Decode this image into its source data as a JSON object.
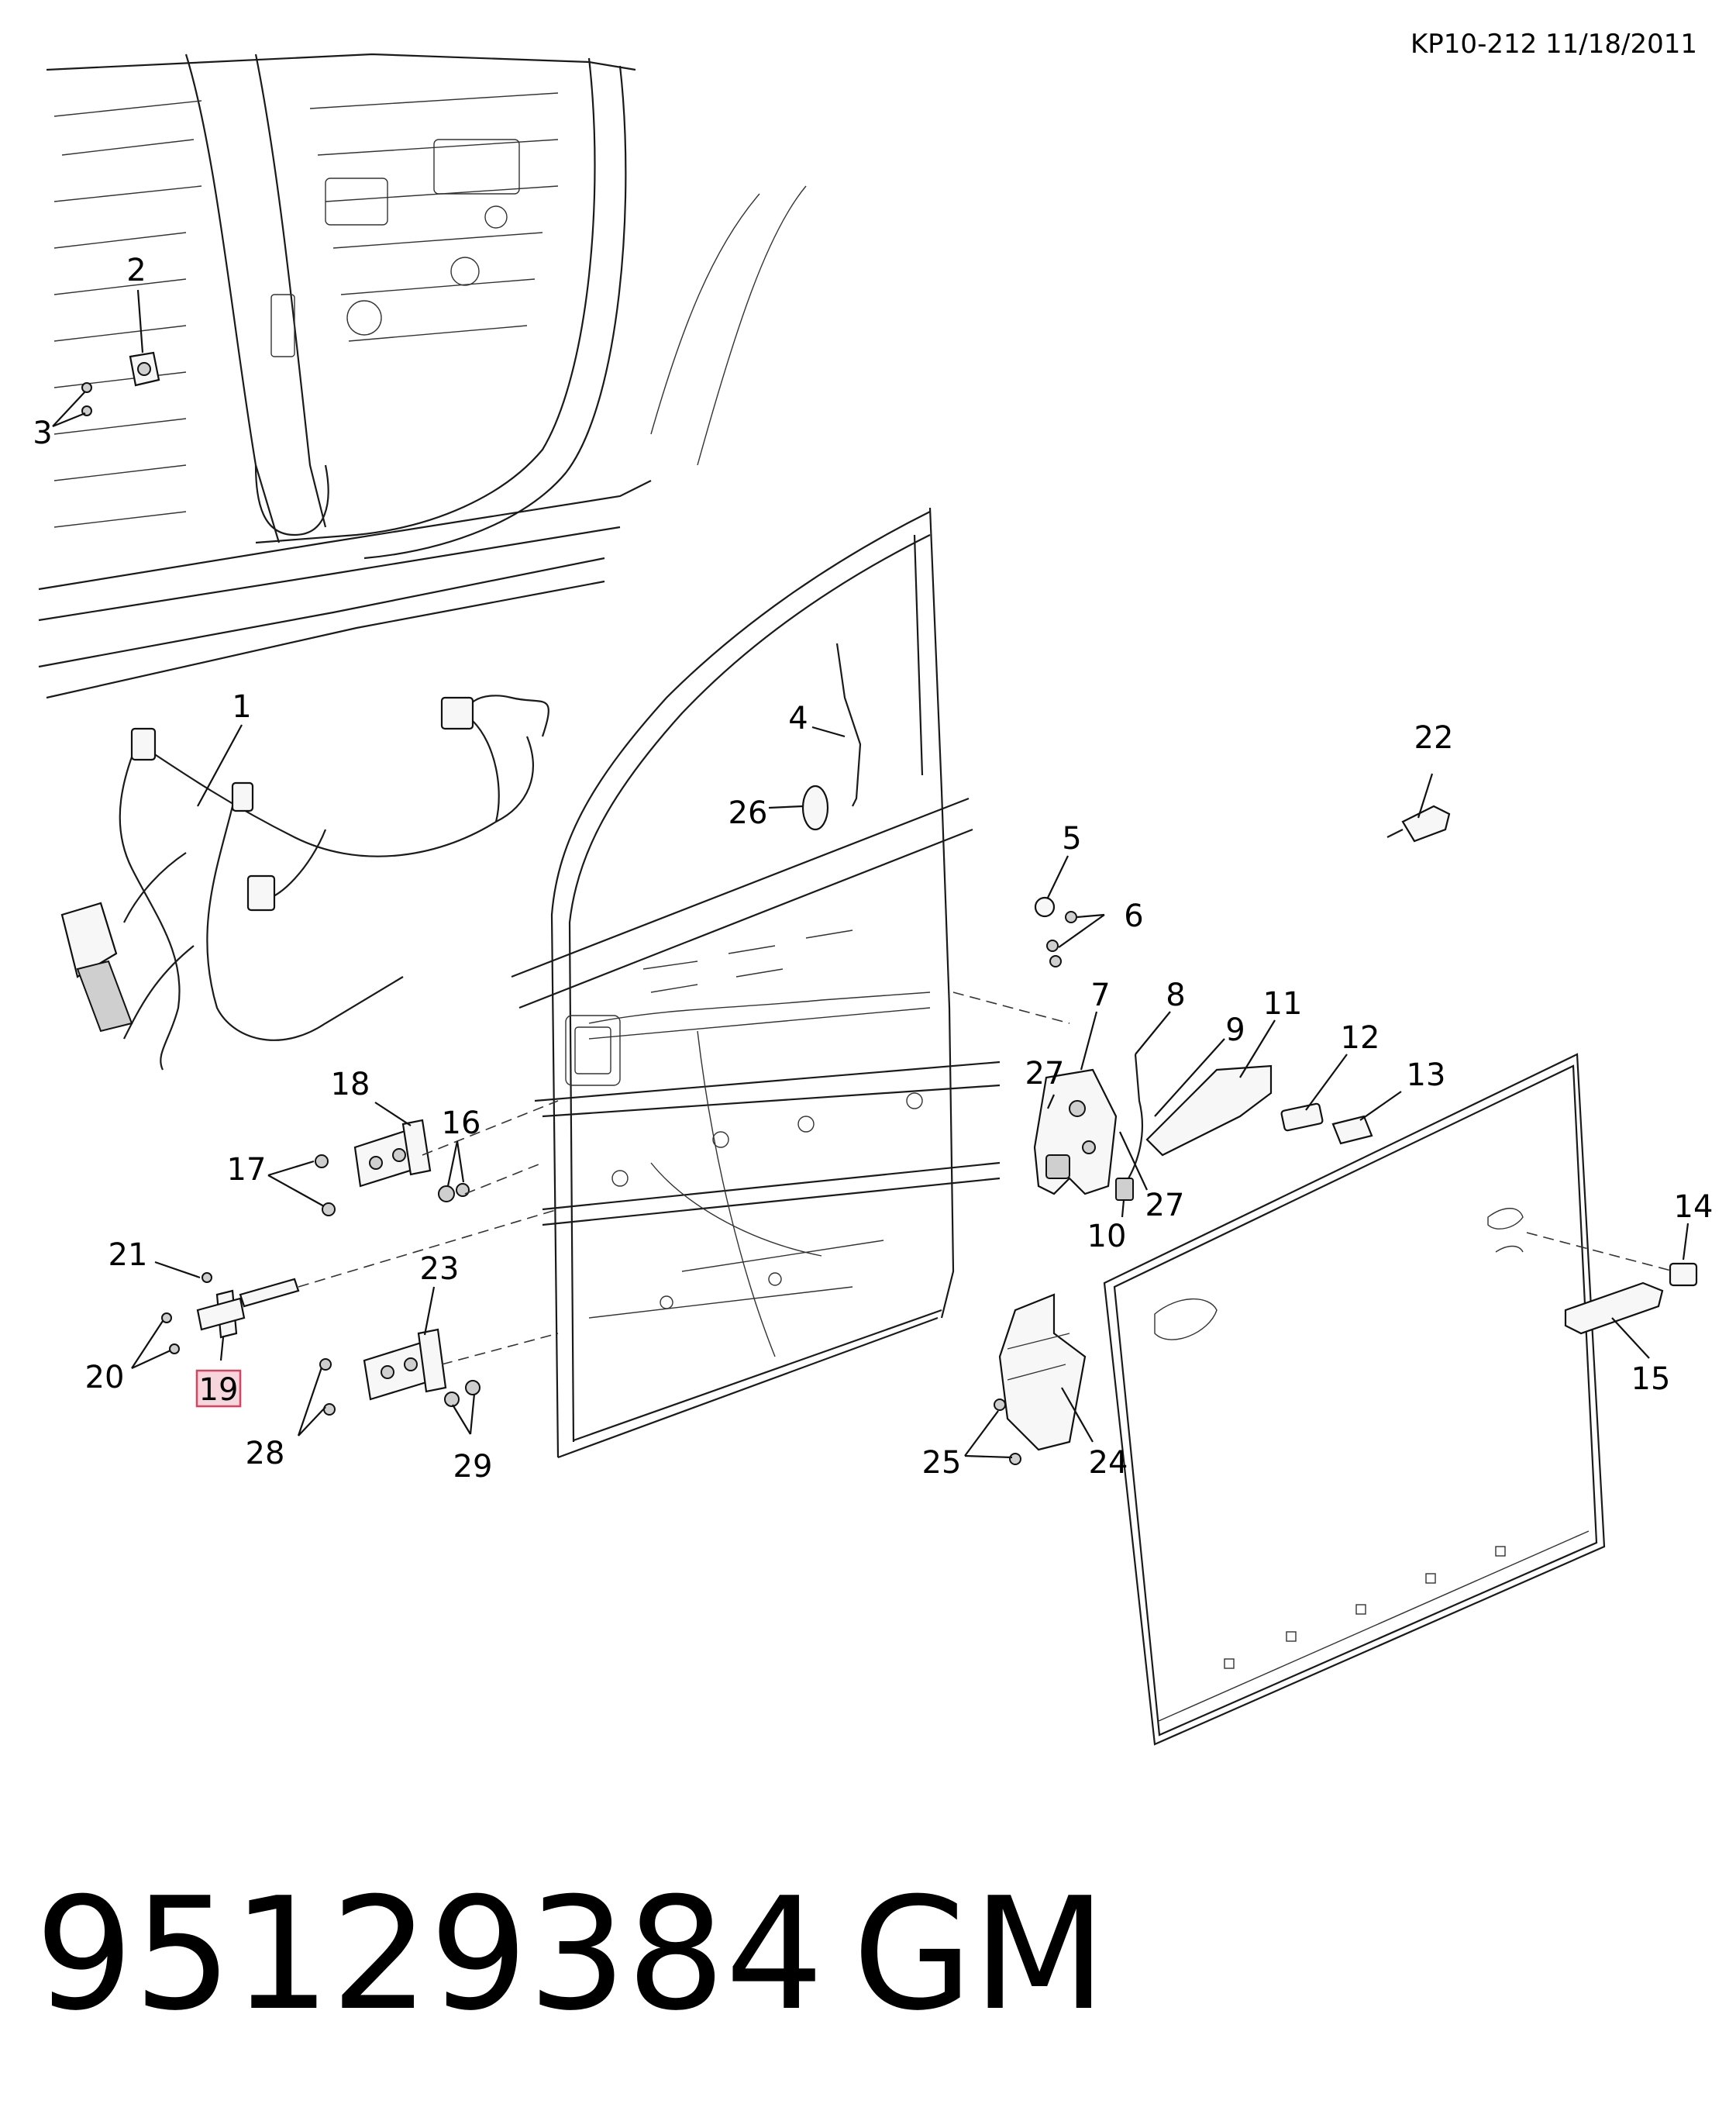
{
  "header": {
    "diagram_code": "KP10-212 11/18/2011"
  },
  "callouts": [
    "1",
    "2",
    "3",
    "4",
    "5",
    "6",
    "7",
    "8",
    "9",
    "10",
    "11",
    "12",
    "13",
    "14",
    "15",
    "16",
    "17",
    "18",
    "19",
    "20",
    "21",
    "22",
    "23",
    "24",
    "25",
    "26",
    "27",
    "27",
    "28",
    "29"
  ],
  "highlighted_callout": "19",
  "footer": {
    "part_number": "95129384",
    "brand": "GM"
  },
  "colors": {
    "highlight_fill": "#f6d6dc",
    "highlight_border": "#d9435e",
    "line": "#1a1a1a"
  }
}
